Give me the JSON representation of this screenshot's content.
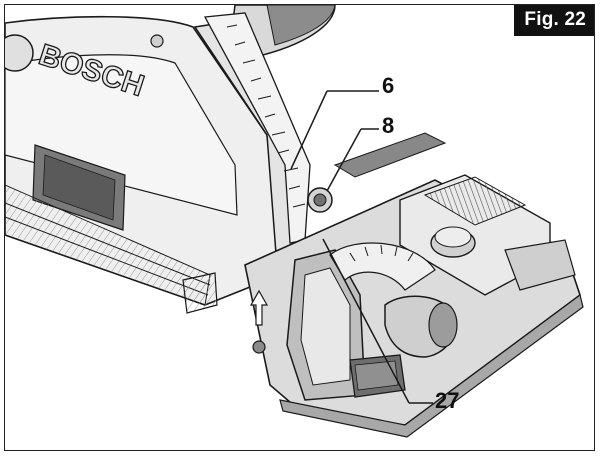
{
  "figure": {
    "label": "Fig. 22"
  },
  "brand": {
    "logo_text": "BOSCH"
  },
  "callouts": [
    {
      "id": "6",
      "text": "6"
    },
    {
      "id": "8",
      "text": "8"
    },
    {
      "id": "27",
      "text": "27"
    }
  ],
  "colors": {
    "line": "#1a1a1a",
    "shade_light": "#e6e6e6",
    "shade_mid": "#bdbdbd",
    "shade_dark": "#6f6f6f",
    "background": "#ffffff"
  }
}
